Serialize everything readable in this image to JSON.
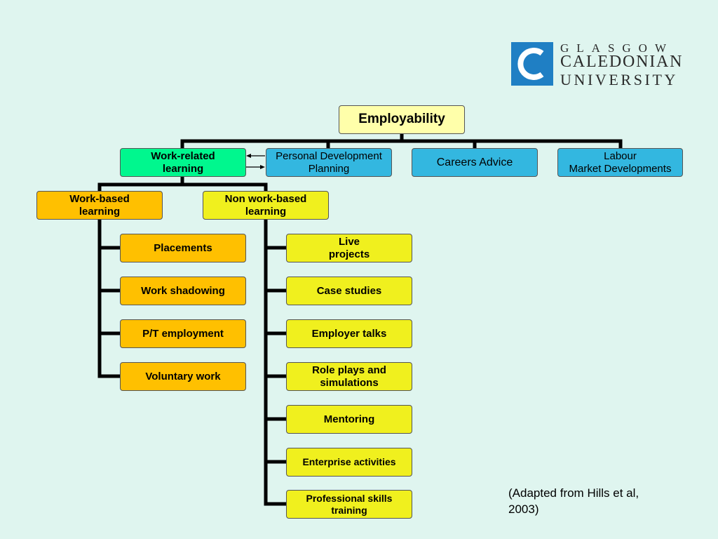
{
  "logo": {
    "line1": "GLASGOW",
    "line2": "CALEDONIAN",
    "line3": "UNIVERSITY"
  },
  "root": "Employability",
  "level1": {
    "work_related": "Work-related\nlearning",
    "pdp": "Personal Development\nPlanning",
    "careers": "Careers Advice",
    "labour": "Labour\nMarket Developments"
  },
  "level2": {
    "work_based": "Work-based\nlearning",
    "non_work_based": "Non work-based\nlearning"
  },
  "work_based_items": [
    "Placements",
    "Work shadowing",
    "P/T employment",
    "Voluntary work"
  ],
  "non_work_based_items": [
    "Live\nprojects",
    "Case studies",
    "Employer talks",
    "Role plays and\nsimulations",
    "Mentoring",
    "Enterprise activities",
    "Professional skills\ntraining"
  ],
  "citation": "(Adapted from Hills et al,\n2003)",
  "colors": {
    "background": "#dff5ef",
    "root": "#ffffaa",
    "work_related": "#00f78e",
    "blue_boxes": "#33b7e0",
    "work_based": "#ffc000",
    "non_work_based": "#f0f01e",
    "logo_blue": "#1f7fc4"
  }
}
